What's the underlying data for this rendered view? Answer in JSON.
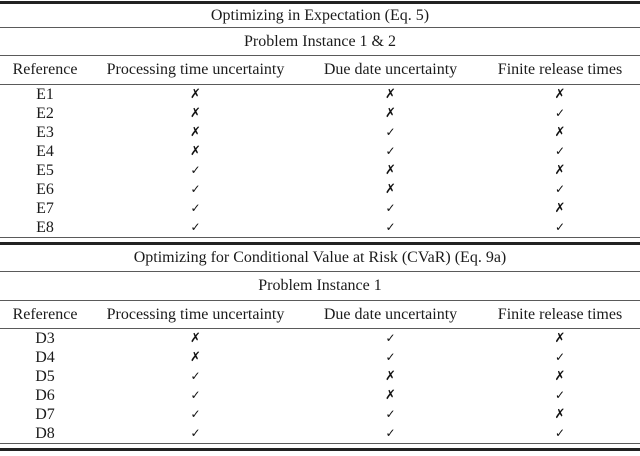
{
  "marks": {
    "yes": "✓",
    "no": "✗"
  },
  "columns": [
    "Reference",
    "Processing time uncertainty",
    "Due date uncertainty",
    "Finite release times"
  ],
  "sections": [
    {
      "title": "Optimizing in Expectation (Eq. 5)",
      "subtitle": "Problem Instance 1 & 2",
      "rows": [
        {
          "ref": "E1",
          "cells": [
            "✗",
            "✗",
            "✗"
          ]
        },
        {
          "ref": "E2",
          "cells": [
            "✗",
            "✗",
            "✓"
          ]
        },
        {
          "ref": "E3",
          "cells": [
            "✗",
            "✓",
            "✗"
          ]
        },
        {
          "ref": "E4",
          "cells": [
            "✗",
            "✓",
            "✓"
          ]
        },
        {
          "ref": "E5",
          "cells": [
            "✓",
            "✗",
            "✗"
          ]
        },
        {
          "ref": "E6",
          "cells": [
            "✓",
            "✗",
            "✓"
          ]
        },
        {
          "ref": "E7",
          "cells": [
            "✓",
            "✓",
            "✗"
          ]
        },
        {
          "ref": "E8",
          "cells": [
            "✓",
            "✓",
            "✓"
          ]
        }
      ]
    },
    {
      "title": "Optimizing for Conditional Value at Risk (CVaR) (Eq. 9a)",
      "subtitle": "Problem Instance 1",
      "rows": [
        {
          "ref": "D3",
          "cells": [
            "✗",
            "✓",
            "✗"
          ]
        },
        {
          "ref": "D4",
          "cells": [
            "✗",
            "✓",
            "✓"
          ]
        },
        {
          "ref": "D5",
          "cells": [
            "✓",
            "✗",
            "✗"
          ]
        },
        {
          "ref": "D6",
          "cells": [
            "✓",
            "✗",
            "✓"
          ]
        },
        {
          "ref": "D7",
          "cells": [
            "✓",
            "✓",
            "✗"
          ]
        },
        {
          "ref": "D8",
          "cells": [
            "✓",
            "✓",
            "✓"
          ]
        }
      ]
    }
  ],
  "chart_data": {
    "type": "table",
    "title": "Optimizing in Expectation (Eq. 5) / Optimizing for Conditional Value at Risk (CVaR) (Eq. 9a)",
    "columns": [
      "Reference",
      "Processing time uncertainty",
      "Due date uncertainty",
      "Finite release times"
    ],
    "rows": [
      [
        "E1",
        false,
        false,
        false
      ],
      [
        "E2",
        false,
        false,
        true
      ],
      [
        "E3",
        false,
        true,
        false
      ],
      [
        "E4",
        false,
        true,
        true
      ],
      [
        "E5",
        true,
        false,
        false
      ],
      [
        "E6",
        true,
        false,
        true
      ],
      [
        "E7",
        true,
        true,
        false
      ],
      [
        "E8",
        true,
        true,
        true
      ],
      [
        "D3",
        false,
        true,
        false
      ],
      [
        "D4",
        false,
        true,
        true
      ],
      [
        "D5",
        true,
        false,
        false
      ],
      [
        "D6",
        true,
        false,
        true
      ],
      [
        "D7",
        true,
        true,
        false
      ],
      [
        "D8",
        true,
        true,
        true
      ]
    ]
  }
}
